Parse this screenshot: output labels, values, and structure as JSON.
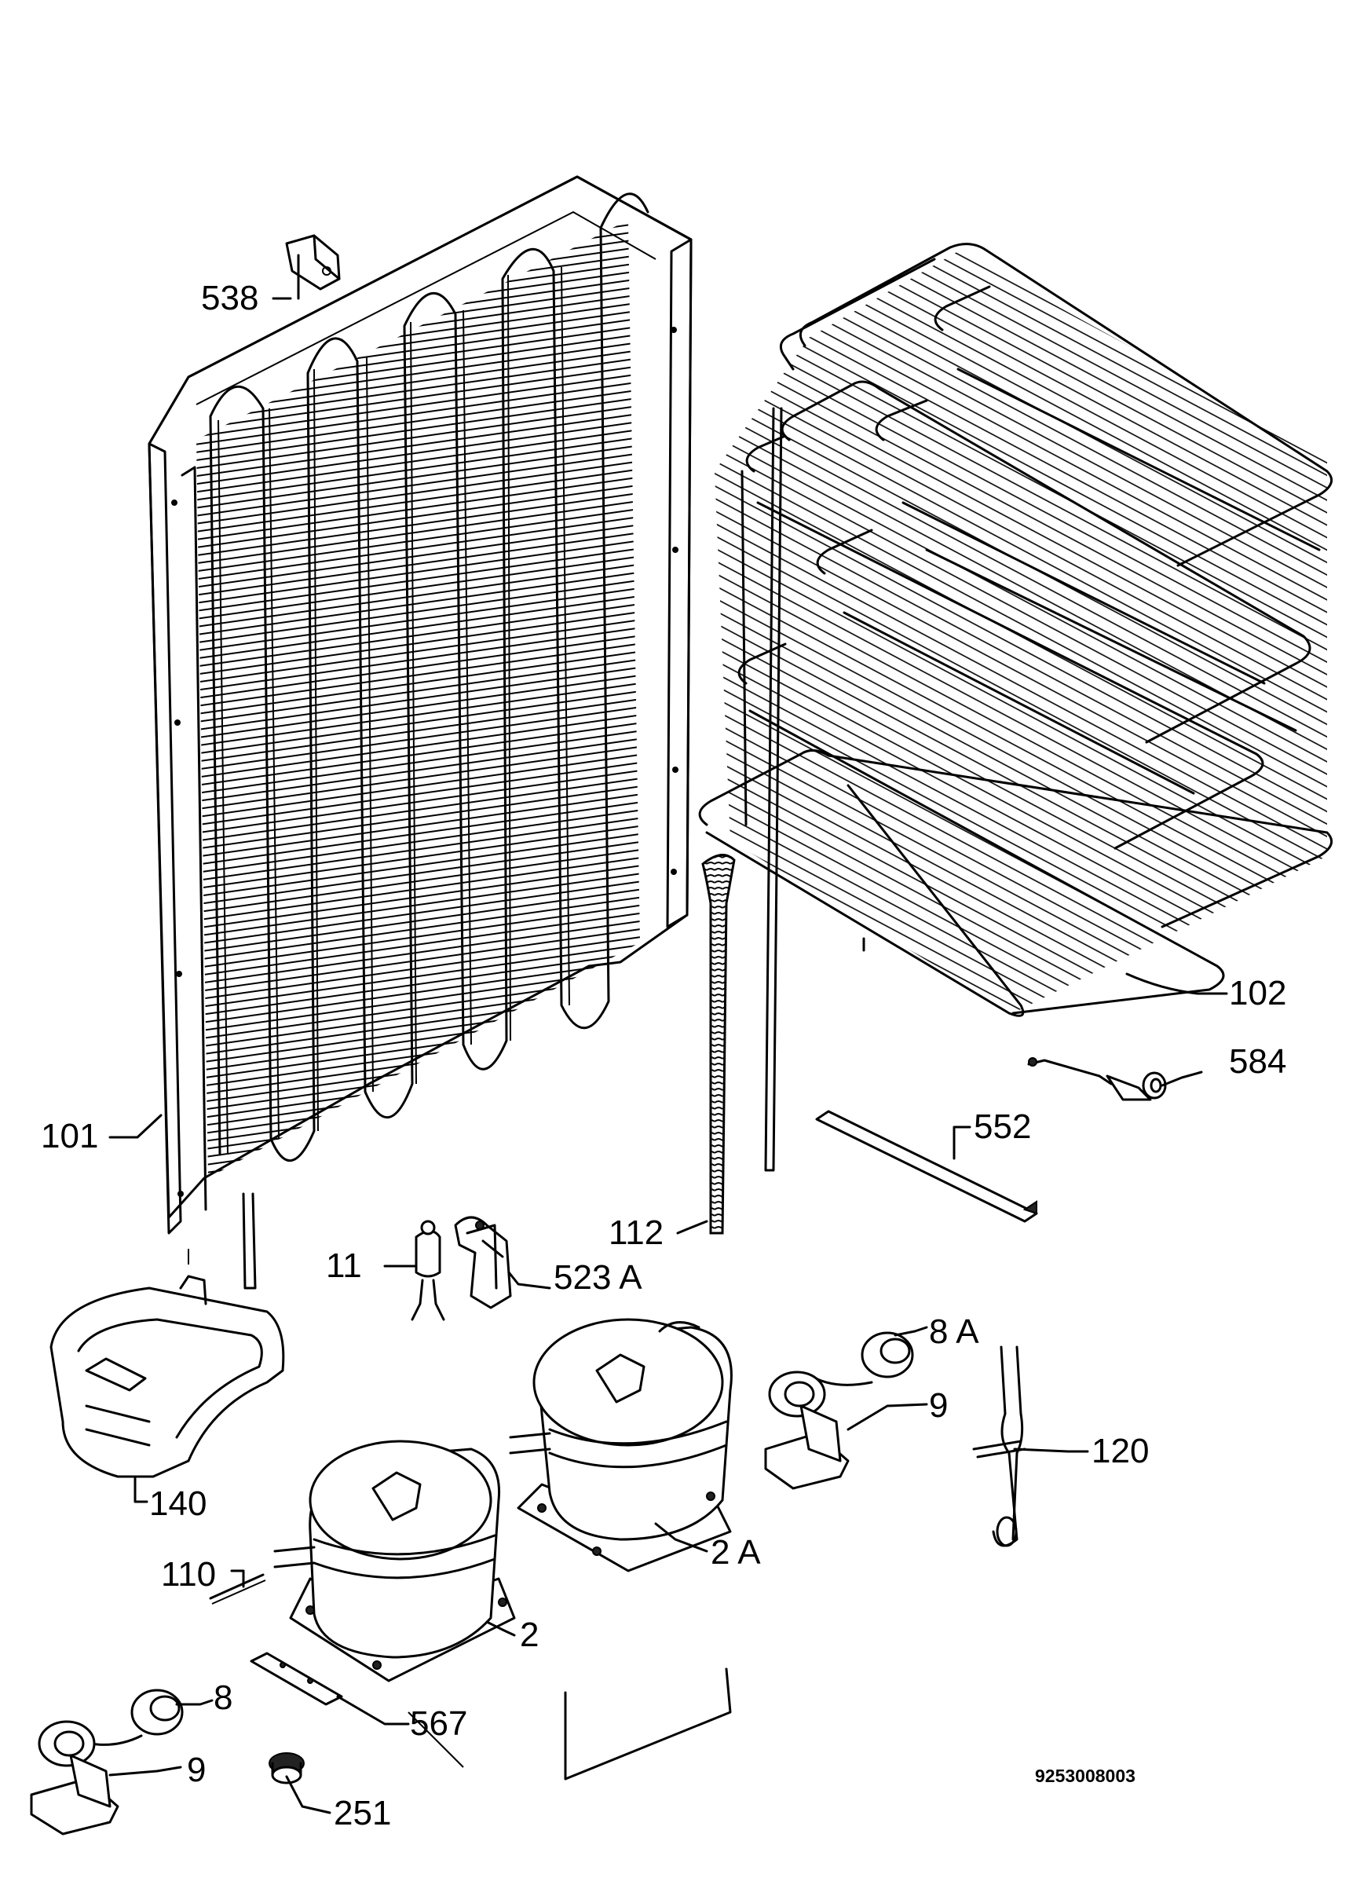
{
  "callouts": {
    "c538": "538",
    "c102": "102",
    "c584": "584",
    "c552": "552",
    "c101": "101",
    "c112": "112",
    "c11": "11",
    "c523a": "523 A",
    "c8a": "8 A",
    "c9_top": "9",
    "c120": "120",
    "c140": "140",
    "c2a": "2 A",
    "c110": "110",
    "c2": "2",
    "c8": "8",
    "c567": "567",
    "c9_bottom": "9",
    "c251": "251"
  },
  "document_number": "9253008003"
}
